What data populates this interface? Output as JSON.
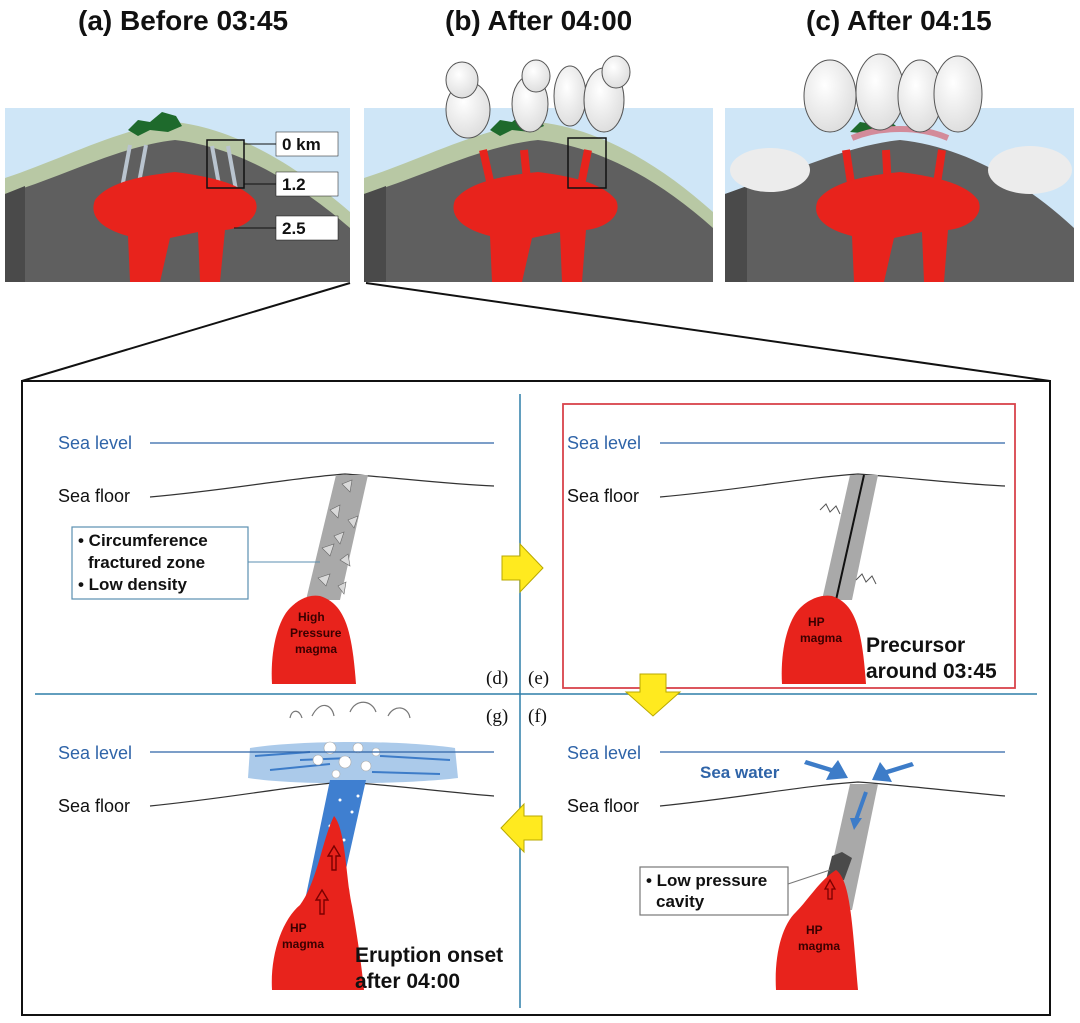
{
  "top_panels": {
    "a_title": "(a) Before 03:45",
    "b_title": "(b) After 04:00",
    "c_title": "(c) After 04:15",
    "depth_labels": [
      "0 km",
      "1.2",
      "2.5"
    ]
  },
  "detail": {
    "sea_level": "Sea level",
    "sea_floor": "Sea floor",
    "d": {
      "label": "(d)",
      "bullet1_line1": "• Circumference",
      "bullet1_line2": "fractured zone",
      "bullet2": "• Low density",
      "magma_line1": "High",
      "magma_line2": "Pressure",
      "magma_line3": "magma"
    },
    "e": {
      "label": "(e)",
      "magma_line1": "HP",
      "magma_line2": "magma",
      "caption_line1": "Precursor",
      "caption_line2": "around 03:45"
    },
    "f": {
      "label": "(f)",
      "sea_water": "Sea water",
      "cavity_line1": "• Low pressure",
      "cavity_line2": "cavity",
      "magma_line1": "HP",
      "magma_line2": "magma"
    },
    "g": {
      "label": "(g)",
      "magma_line1": "HP",
      "magma_line2": "magma",
      "caption_line1": "Eruption onset",
      "caption_line2": "after 04:00"
    }
  },
  "colors": {
    "magma": "#e8231c",
    "rock": "#5f5f5f",
    "sea": "#cfe6f7",
    "slope": "#b8c8a4",
    "island": "#1e6a2c",
    "sea_line": "#2f64a8",
    "arrow": "#ffea1f",
    "highlight_box": "#d9434b"
  }
}
